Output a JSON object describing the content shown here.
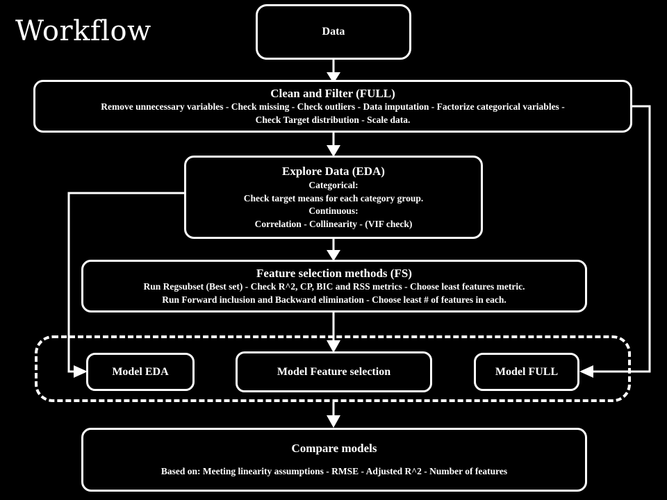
{
  "diagram": {
    "title": "Workflow",
    "background_color": "#000000",
    "foreground_color": "#ffffff"
  },
  "nodes": {
    "data": {
      "head": "Data"
    },
    "clean": {
      "head": "Clean and Filter (FULL)",
      "line1": "Remove unnecessary variables - Check missing - Check outliers - Data imputation - Factorize categorical variables -",
      "line2": "Check Target distribution - Scale data."
    },
    "eda": {
      "head": "Explore Data (EDA)",
      "line1": "Categorical:",
      "line2": "Check target means for each category group.",
      "line3": "Continuous:",
      "line4": "Correlation  - Collinearity -  (VIF check)"
    },
    "feature_selection": {
      "head": "Feature selection methods (FS)",
      "line1": "Run Regsubset (Best set) -  Check R^2, CP, BIC and RSS metrics  - Choose least features metric.",
      "line2": "Run Forward inclusion and Backward elimination  - Choose  least # of  features in each."
    },
    "model_eda": {
      "head": "Model EDA"
    },
    "model_feature_selection": {
      "head": "Model Feature selection"
    },
    "model_full": {
      "head": "Model FULL"
    },
    "compare": {
      "head": "Compare models",
      "line1": "Based on: Meeting linearity assumptions - RMSE - Adjusted R^2 - Number of features"
    }
  },
  "connectors": [
    {
      "name": "data-to-clean",
      "style": "solid",
      "direction": "down"
    },
    {
      "name": "clean-to-eda",
      "style": "solid",
      "direction": "down"
    },
    {
      "name": "eda-to-feature-selection",
      "style": "solid",
      "direction": "down"
    },
    {
      "name": "feature-selection-to-model-feature-selection",
      "style": "solid",
      "direction": "down"
    },
    {
      "name": "eda-to-model-eda",
      "style": "solid",
      "direction": "left-down-right"
    },
    {
      "name": "clean-to-model-full",
      "style": "solid",
      "direction": "right-down-left"
    },
    {
      "name": "models-to-compare",
      "style": "solid",
      "direction": "down"
    }
  ]
}
